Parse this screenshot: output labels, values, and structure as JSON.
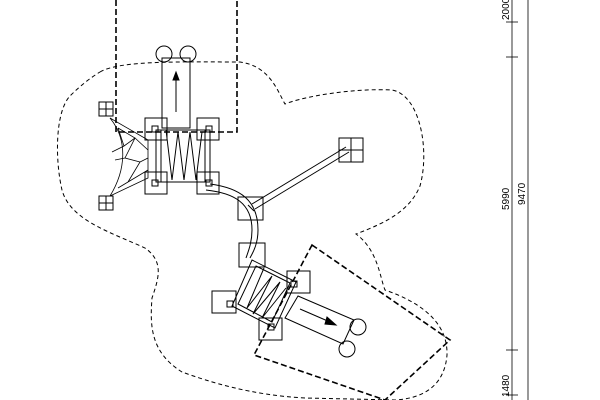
{
  "dimensions": {
    "top_segment": "2000",
    "middle_segment": "5990",
    "bottom_segment": "1480",
    "overall_length": "9470"
  }
}
